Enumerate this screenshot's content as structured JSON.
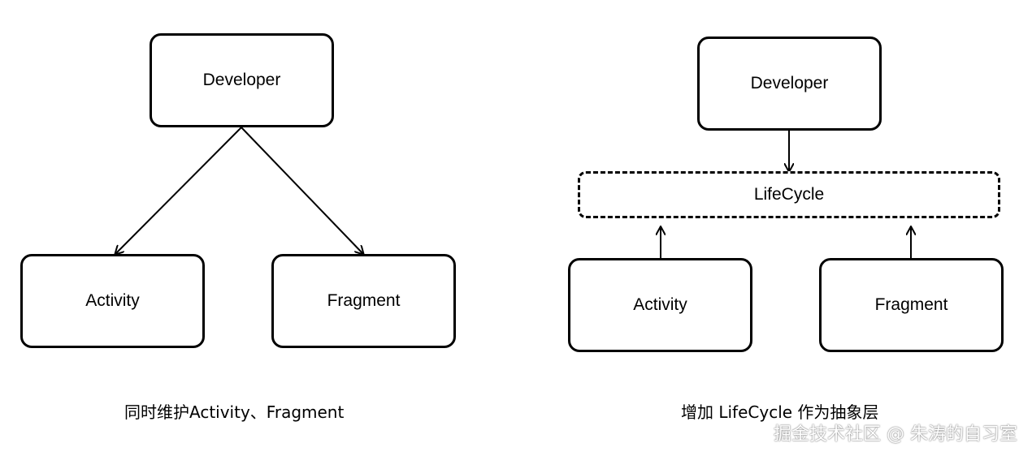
{
  "left_diagram": {
    "top_node": "Developer",
    "bottom_left_node": "Activity",
    "bottom_right_node": "Fragment",
    "caption": "同时维护Activity、Fragment"
  },
  "right_diagram": {
    "top_node": "Developer",
    "middle_layer": "LifeCycle",
    "bottom_left_node": "Activity",
    "bottom_right_node": "Fragment",
    "caption": "增加 LifeCycle 作为抽象层"
  },
  "watermark": "掘金技术社区 @ 朱涛的自习室"
}
